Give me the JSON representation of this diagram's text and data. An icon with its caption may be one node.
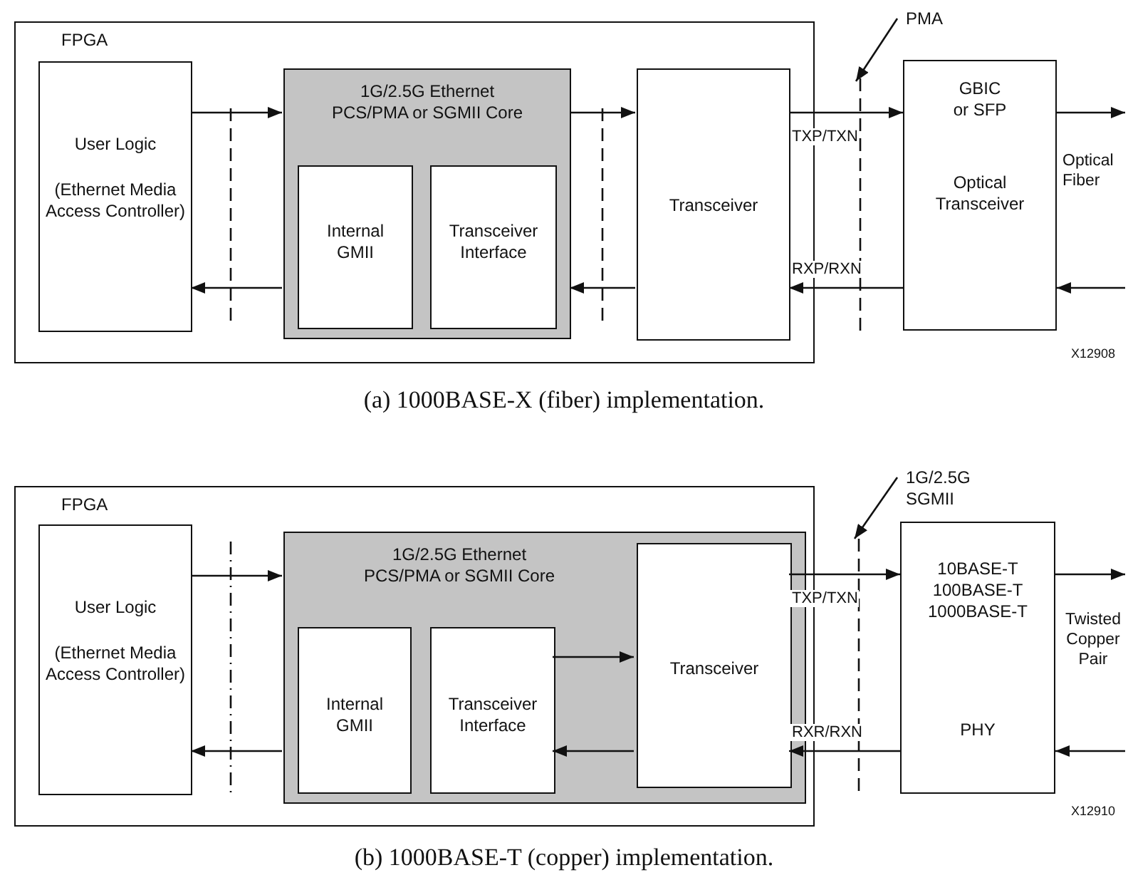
{
  "diagram": {
    "nodes": [
      {
        "text": [
          "FPGA"
        ]
      },
      {
        "text": [
          "User Logic",
          "(Ethernet Media Access Controller)"
        ],
        "in": 0
      },
      {
        "text": [
          "1G/2.5G Ethernet PCS/PMA or SGMII Core"
        ],
        "in": 0
      },
      {
        "text": [
          "Internal GMII"
        ],
        "in": 2
      },
      {
        "text": [
          "Transceiver Interface"
        ],
        "in": 2
      },
      {
        "text": [
          "Transceiver"
        ],
        "in": 0
      },
      {
        "text": [
          "GBIC or SFP",
          "Optical Transceiver"
        ],
        "beside": [
          "Optical Fiber"
        ]
      },
      {
        "text": [
          "PMA"
        ]
      },
      {
        "text": [
          "FPGA"
        ]
      },
      {
        "text": [
          "User Logic",
          "(Ethernet Media Access Controller)"
        ],
        "in": 8
      },
      {
        "text": [
          "1G/2.5G Ethernet PCS/PMA or SGMII Core"
        ],
        "in": 8
      },
      {
        "text": [
          "Internal GMII"
        ],
        "in": 10
      },
      {
        "text": [
          "Transceiver Interface"
        ],
        "in": 10
      },
      {
        "text": [
          "Transceiver"
        ],
        "in": 10
      },
      {
        "text": [
          "10BASE-T 100BASE-T 1000BASE-T",
          "PHY"
        ],
        "beside": [
          "Twisted Copper Pair"
        ]
      },
      {
        "text": [
          "1G/2.5G SGMII"
        ]
      }
    ],
    "edges": [
      {
        "from": 1,
        "to": 2,
        "arrow": "to"
      },
      {
        "from": 2,
        "to": 1,
        "arrow": "to"
      },
      {
        "from": 2,
        "to": 5,
        "arrow": "to"
      },
      {
        "from": 5,
        "to": 2,
        "arrow": "to"
      },
      {
        "from": 5,
        "to": 6,
        "arrow": "to",
        "label": "TXP/TXN"
      },
      {
        "from": 6,
        "to": 5,
        "arrow": "to",
        "label": "RXP/RXN"
      },
      {
        "from": 6,
        "to": null,
        "arrow": "to"
      },
      {
        "from": null,
        "to": 6,
        "arrow": "to"
      },
      {
        "from": 7,
        "to": null,
        "arrow": "to"
      },
      {
        "from": 9,
        "to": 10,
        "arrow": "to"
      },
      {
        "from": 10,
        "to": 9,
        "arrow": "to"
      },
      {
        "from": 12,
        "to": 13,
        "arrow": "to"
      },
      {
        "from": 13,
        "to": 12,
        "arrow": "to"
      },
      {
        "from": 13,
        "to": 14,
        "arrow": "to",
        "label": "TXP/TXN"
      },
      {
        "from": 14,
        "to": 13,
        "arrow": "to",
        "label": "RXR/RXN"
      },
      {
        "from": 14,
        "to": null,
        "arrow": "to"
      },
      {
        "from": null,
        "to": 14,
        "arrow": "to"
      },
      {
        "from": 15,
        "to": null,
        "arrow": "to"
      }
    ],
    "labels": [
      "X12908",
      "(a) 1000BASE-X (fiber) implementation.",
      "X12910",
      "(b) 1000BASE-T (copper) implementation."
    ]
  }
}
